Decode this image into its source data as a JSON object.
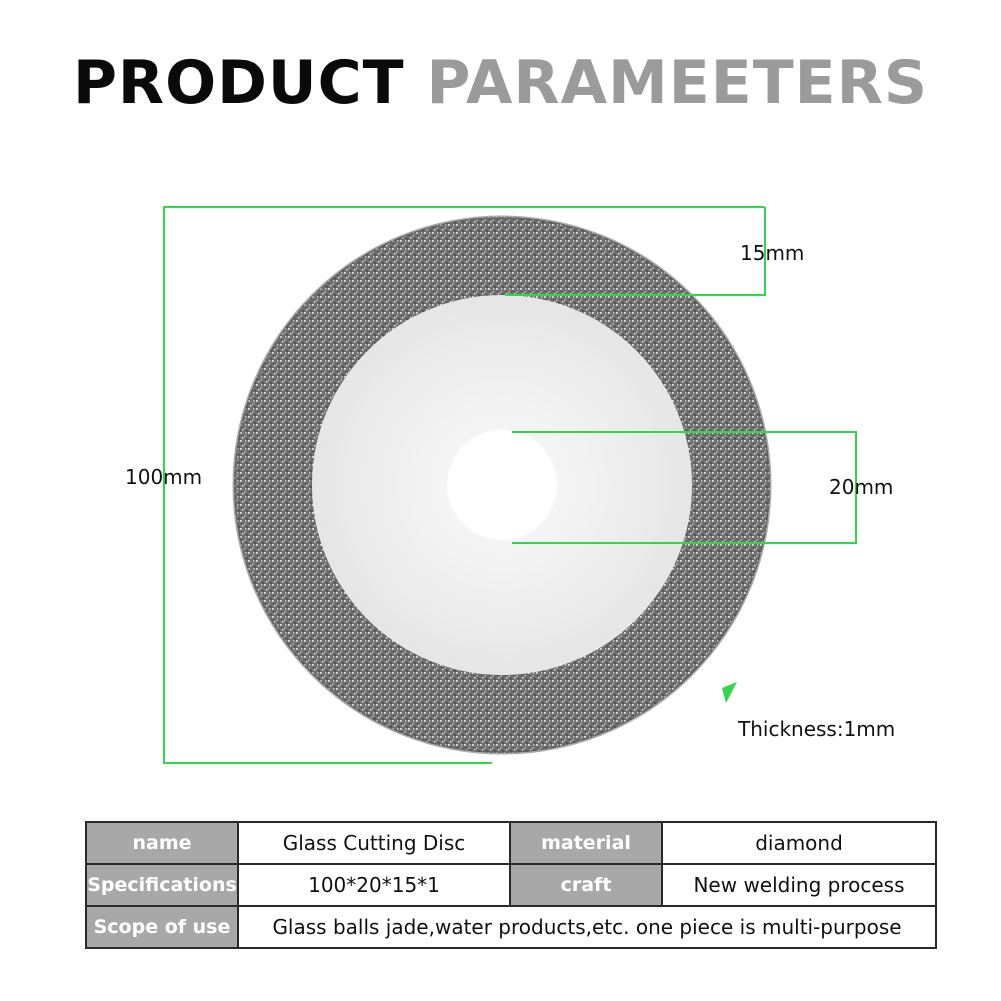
{
  "header": {
    "title_dark": "PRODUCT",
    "title_light": "PARAMEETERS"
  },
  "dimensions": {
    "outer_diameter": "100mm",
    "ring_width": "15mm",
    "bore": "20mm",
    "thickness": "Thickness:1mm"
  },
  "colors": {
    "accent_green": "#33d64b",
    "label_gray": "#a8a8a8",
    "title_gray": "#9b9b9b"
  },
  "specs": {
    "name_label": "name",
    "name_value": "Glass Cutting Disc",
    "material_label": "material",
    "material_value": "diamond",
    "spec_label": "Specifications",
    "spec_value": "100*20*15*1",
    "craft_label": "craft",
    "craft_value": "New welding process",
    "scope_label": "Scope of use",
    "scope_value": "Glass balls jade,water products,etc. one piece is multi-purpose"
  }
}
